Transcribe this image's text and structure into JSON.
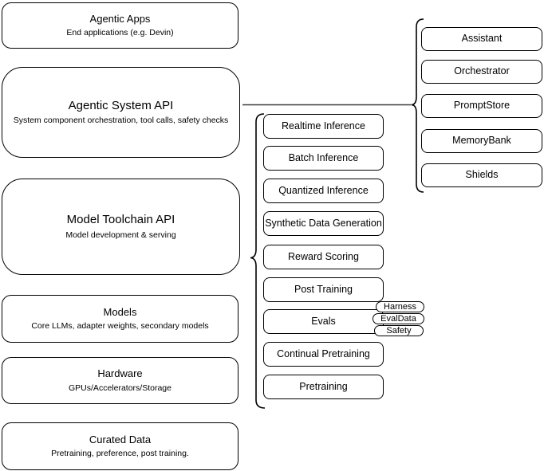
{
  "left_stack": {
    "items": [
      {
        "title": "Agentic Apps",
        "subtitle": "End applications (e.g. Devin)"
      },
      {
        "title": "Agentic System API",
        "subtitle": "System component orchestration, tool calls, safety checks"
      },
      {
        "title": "Model Toolchain API",
        "subtitle": "Model development & serving"
      },
      {
        "title": "Models",
        "subtitle": "Core LLMs, adapter weights, secondary models"
      },
      {
        "title": "Hardware",
        "subtitle": "GPUs/Accelerators/Storage"
      },
      {
        "title": "Curated Data",
        "subtitle": "Pretraining, preference, post training."
      }
    ]
  },
  "toolchain_services": {
    "items": [
      "Realtime Inference",
      "Batch Inference",
      "Quantized Inference",
      "Synthetic Data Generation",
      "Reward Scoring",
      "Post Training",
      "Evals",
      "Continual Pretraining",
      "Pretraining"
    ]
  },
  "evals_tags": [
    "Harness",
    "EvalData",
    "Safety"
  ],
  "system_components": {
    "items": [
      "Assistant",
      "Orchestrator",
      "PromptStore",
      "MemoryBank",
      "Shields"
    ]
  },
  "colors": {
    "stroke": "#000000",
    "background": "#ffffff",
    "connector_line": "#3d3d3d"
  }
}
